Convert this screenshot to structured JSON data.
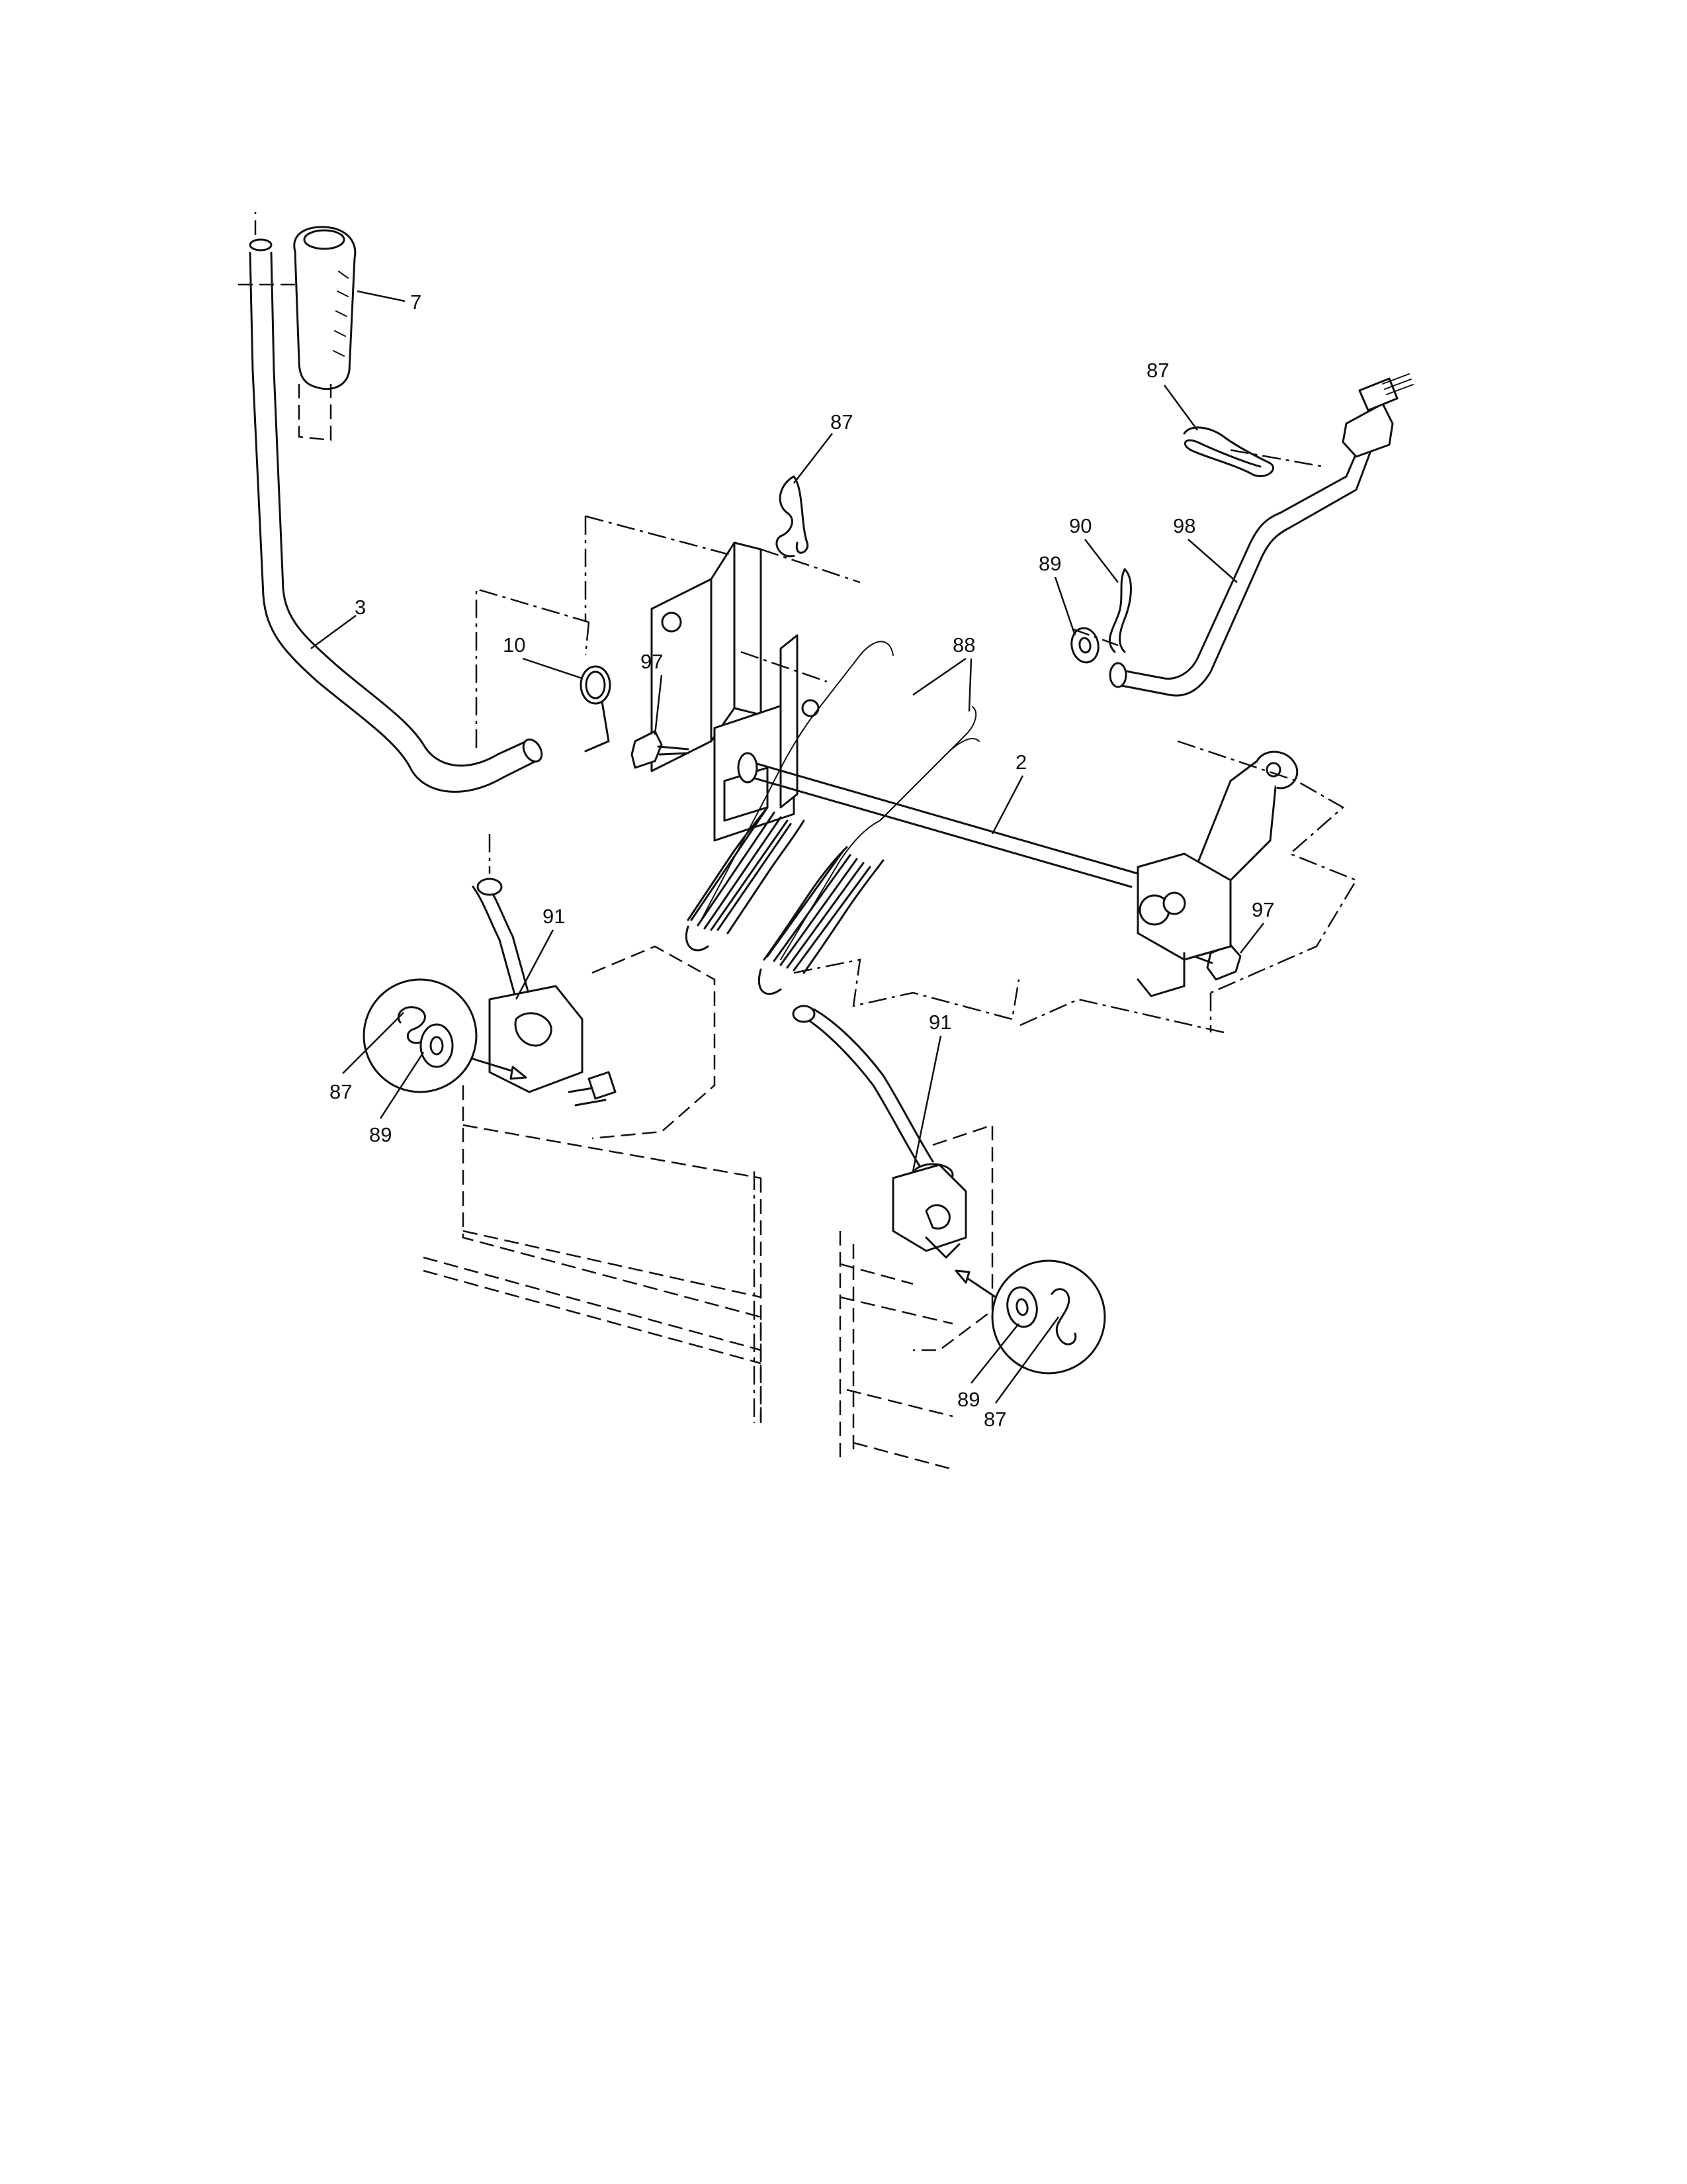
{
  "diagram": {
    "callouts": {
      "c7": "7",
      "c87_top_mid": "87",
      "c87_top_right": "87",
      "c90": "90",
      "c98": "98",
      "c89_top": "89",
      "c3": "3",
      "c10": "10",
      "c97_left": "97",
      "c88": "88",
      "c2": "2",
      "c97_right": "97",
      "c91_left": "91",
      "c91_right": "91",
      "c87_left_inset": "87",
      "c89_left_inset": "89",
      "c89_right_inset": "89",
      "c87_right_inset": "87"
    }
  }
}
